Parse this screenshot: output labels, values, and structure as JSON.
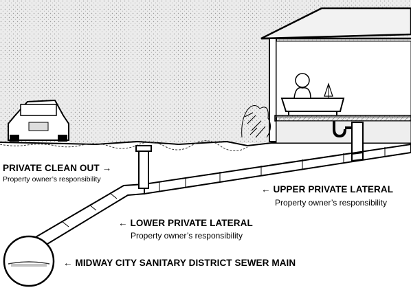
{
  "labels": {
    "clean_out": {
      "title": "PRIVATE CLEAN OUT",
      "arrow": "→",
      "subtitle": "Property owner’s responsibility"
    },
    "upper_lateral": {
      "arrow": "←",
      "title": "UPPER PRIVATE LATERAL",
      "subtitle": "Property owner’s responsibility"
    },
    "lower_lateral": {
      "arrow": "←",
      "title": "LOWER PRIVATE LATERAL",
      "subtitle": "Property owner’s responsibility"
    },
    "sewer_main": {
      "arrow": "←",
      "title": "MIDWAY CITY SANITARY DISTRICT SEWER MAIN"
    }
  },
  "colors": {
    "sky": "#e4e4e4",
    "ink": "#000000",
    "ground": "#f4f4f4",
    "background": "#ffffff"
  }
}
